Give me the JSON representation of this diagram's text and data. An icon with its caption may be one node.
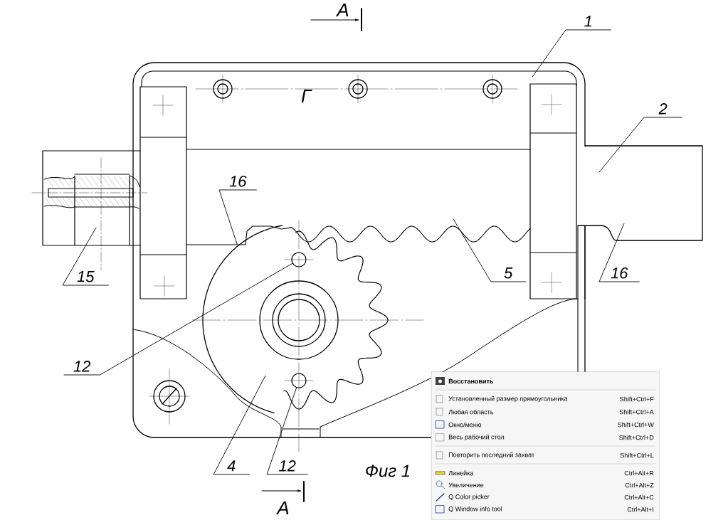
{
  "diagram": {
    "nodes": [
      {
        "text": [
          "1"
        ]
      },
      {
        "text": [
          "2"
        ]
      },
      {
        "text": [
          "5"
        ]
      },
      {
        "text": [
          "16"
        ]
      },
      {
        "text": [
          "16"
        ]
      },
      {
        "text": [
          "15"
        ]
      },
      {
        "text": [
          "12"
        ]
      },
      {
        "text": [
          "12"
        ]
      },
      {
        "text": [
          "4"
        ]
      },
      {
        "text": [],
        "shape": "circle"
      },
      {
        "text": [],
        "shape": "circle"
      }
    ],
    "edges": [
      {
        "from": 0,
        "to": null,
        "arrow": "none"
      },
      {
        "from": 1,
        "to": null,
        "arrow": "none"
      },
      {
        "from": 2,
        "to": null,
        "arrow": "none"
      },
      {
        "from": 3,
        "to": null,
        "arrow": "none"
      },
      {
        "from": 4,
        "to": null,
        "arrow": "none"
      },
      {
        "from": 5,
        "to": null,
        "arrow": "none"
      },
      {
        "from": 6,
        "to": 9,
        "arrow": "none"
      },
      {
        "from": 7,
        "to": 10,
        "arrow": "none"
      },
      {
        "from": 8,
        "to": null,
        "arrow": "none"
      }
    ],
    "labels": [
      "A",
      "Г",
      "Фиг 1",
      "A",
      "Восстановить",
      "Установленный размер прямоугольника",
      "Shift+Ctrl+F",
      "Любая область",
      "Shift+Ctrl+A",
      "Окно/меню",
      "Shift+Ctrl+W",
      "Весь рабочий стол",
      "Shift+Ctrl+D",
      "Повторить последний захват",
      "Shift+Ctrl+L",
      "Линейка",
      "Ctrl+Alt+R",
      "Увеличение",
      "Ctrl+Alt+Z",
      "Q Color picker",
      "Ctrl+Alt+C",
      "Q Window info tool",
      "Ctrl+Alt+I"
    ]
  }
}
